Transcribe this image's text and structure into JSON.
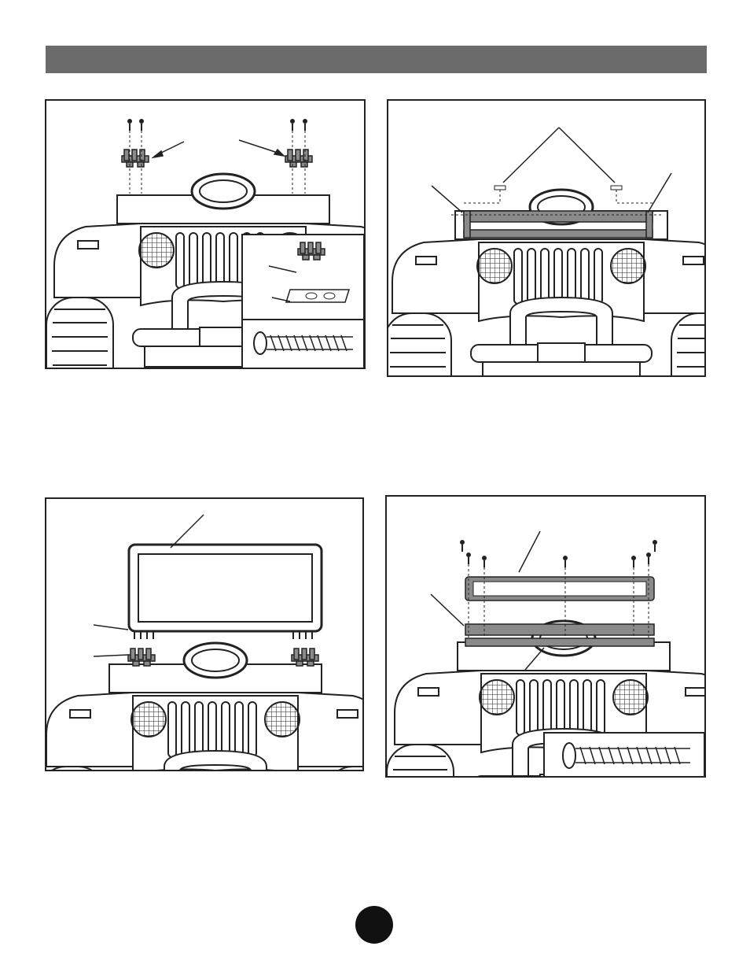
{
  "page": {
    "header_text": "",
    "page_number": ""
  },
  "figures": [
    {
      "name": "figure-1",
      "subject": "dashboard-brackets-with-screws"
    },
    {
      "name": "figure-2",
      "subject": "roll-bar-frame-on-dashboard"
    },
    {
      "name": "figure-3",
      "subject": "windshield-frame-into-brackets"
    },
    {
      "name": "figure-4",
      "subject": "windshield-bar-screwed-to-frame"
    }
  ],
  "icons": [
    "screw-icon",
    "bracket-icon",
    "steering-wheel-icon",
    "jeep-front-icon"
  ],
  "colors": {
    "header": "#6b6b6b",
    "line": "#222222",
    "part_fill": "#8a8a8a",
    "page_dot": "#111111"
  }
}
